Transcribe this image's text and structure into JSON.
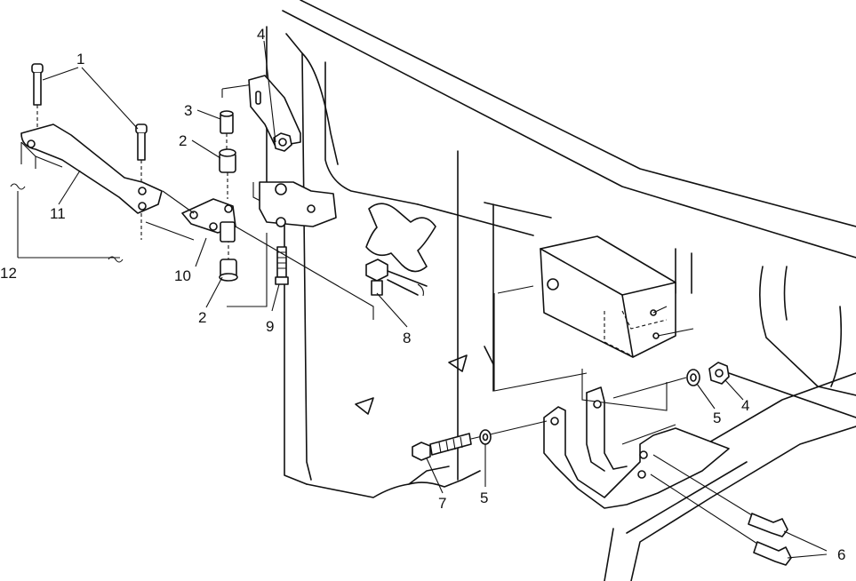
{
  "callouts": {
    "c1": "1",
    "c2a": "2",
    "c2b": "2",
    "c3": "3",
    "c4a": "4",
    "c4b": "4",
    "c5a": "5",
    "c5b": "5",
    "c6": "6",
    "c7": "7",
    "c8": "8",
    "c9": "9",
    "c10": "10",
    "c11": "11",
    "c12": "12"
  }
}
